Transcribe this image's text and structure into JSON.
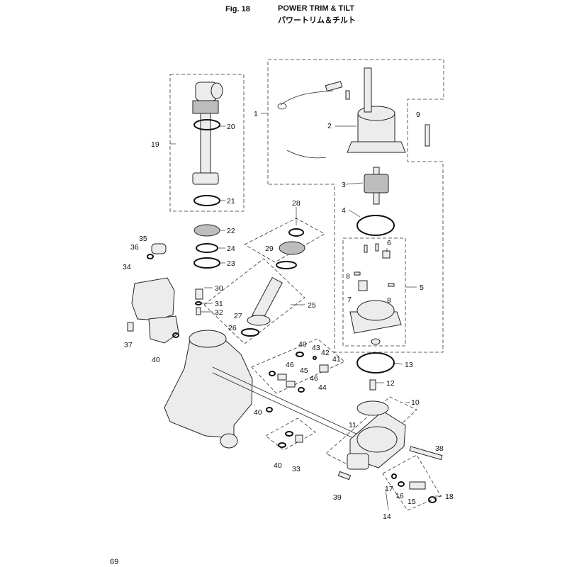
{
  "header": {
    "figure": "Fig. 18",
    "title": "POWER TRIM & TILT",
    "title_jp": "パワートリム＆チルト"
  },
  "footer": {
    "page_number": "69"
  },
  "callouts": {
    "c1": "1",
    "c2": "2",
    "c3": "3",
    "c4": "4",
    "c5": "5",
    "c6": "6",
    "c7": "7",
    "c8a": "8",
    "c8b": "8",
    "c9": "9",
    "c10": "10",
    "c11": "11",
    "c12": "12",
    "c13": "13",
    "c14": "14",
    "c15": "15",
    "c16": "16",
    "c17": "17",
    "c18": "18",
    "c19": "19",
    "c20": "20",
    "c21": "21",
    "c22": "22",
    "c23": "23",
    "c24": "24",
    "c25": "25",
    "c26": "26",
    "c27": "27",
    "c28": "28",
    "c29": "29",
    "c30": "30",
    "c31": "31",
    "c32": "32",
    "c33": "33",
    "c34": "34",
    "c35": "35",
    "c36": "36",
    "c37": "37",
    "c38": "38",
    "c39": "39",
    "c40a": "40",
    "c40b": "40",
    "c40c": "40",
    "c40d": "40",
    "c41": "41",
    "c42": "42",
    "c43": "43",
    "c44": "44",
    "c45": "45",
    "c46a": "46",
    "c46b": "46"
  }
}
